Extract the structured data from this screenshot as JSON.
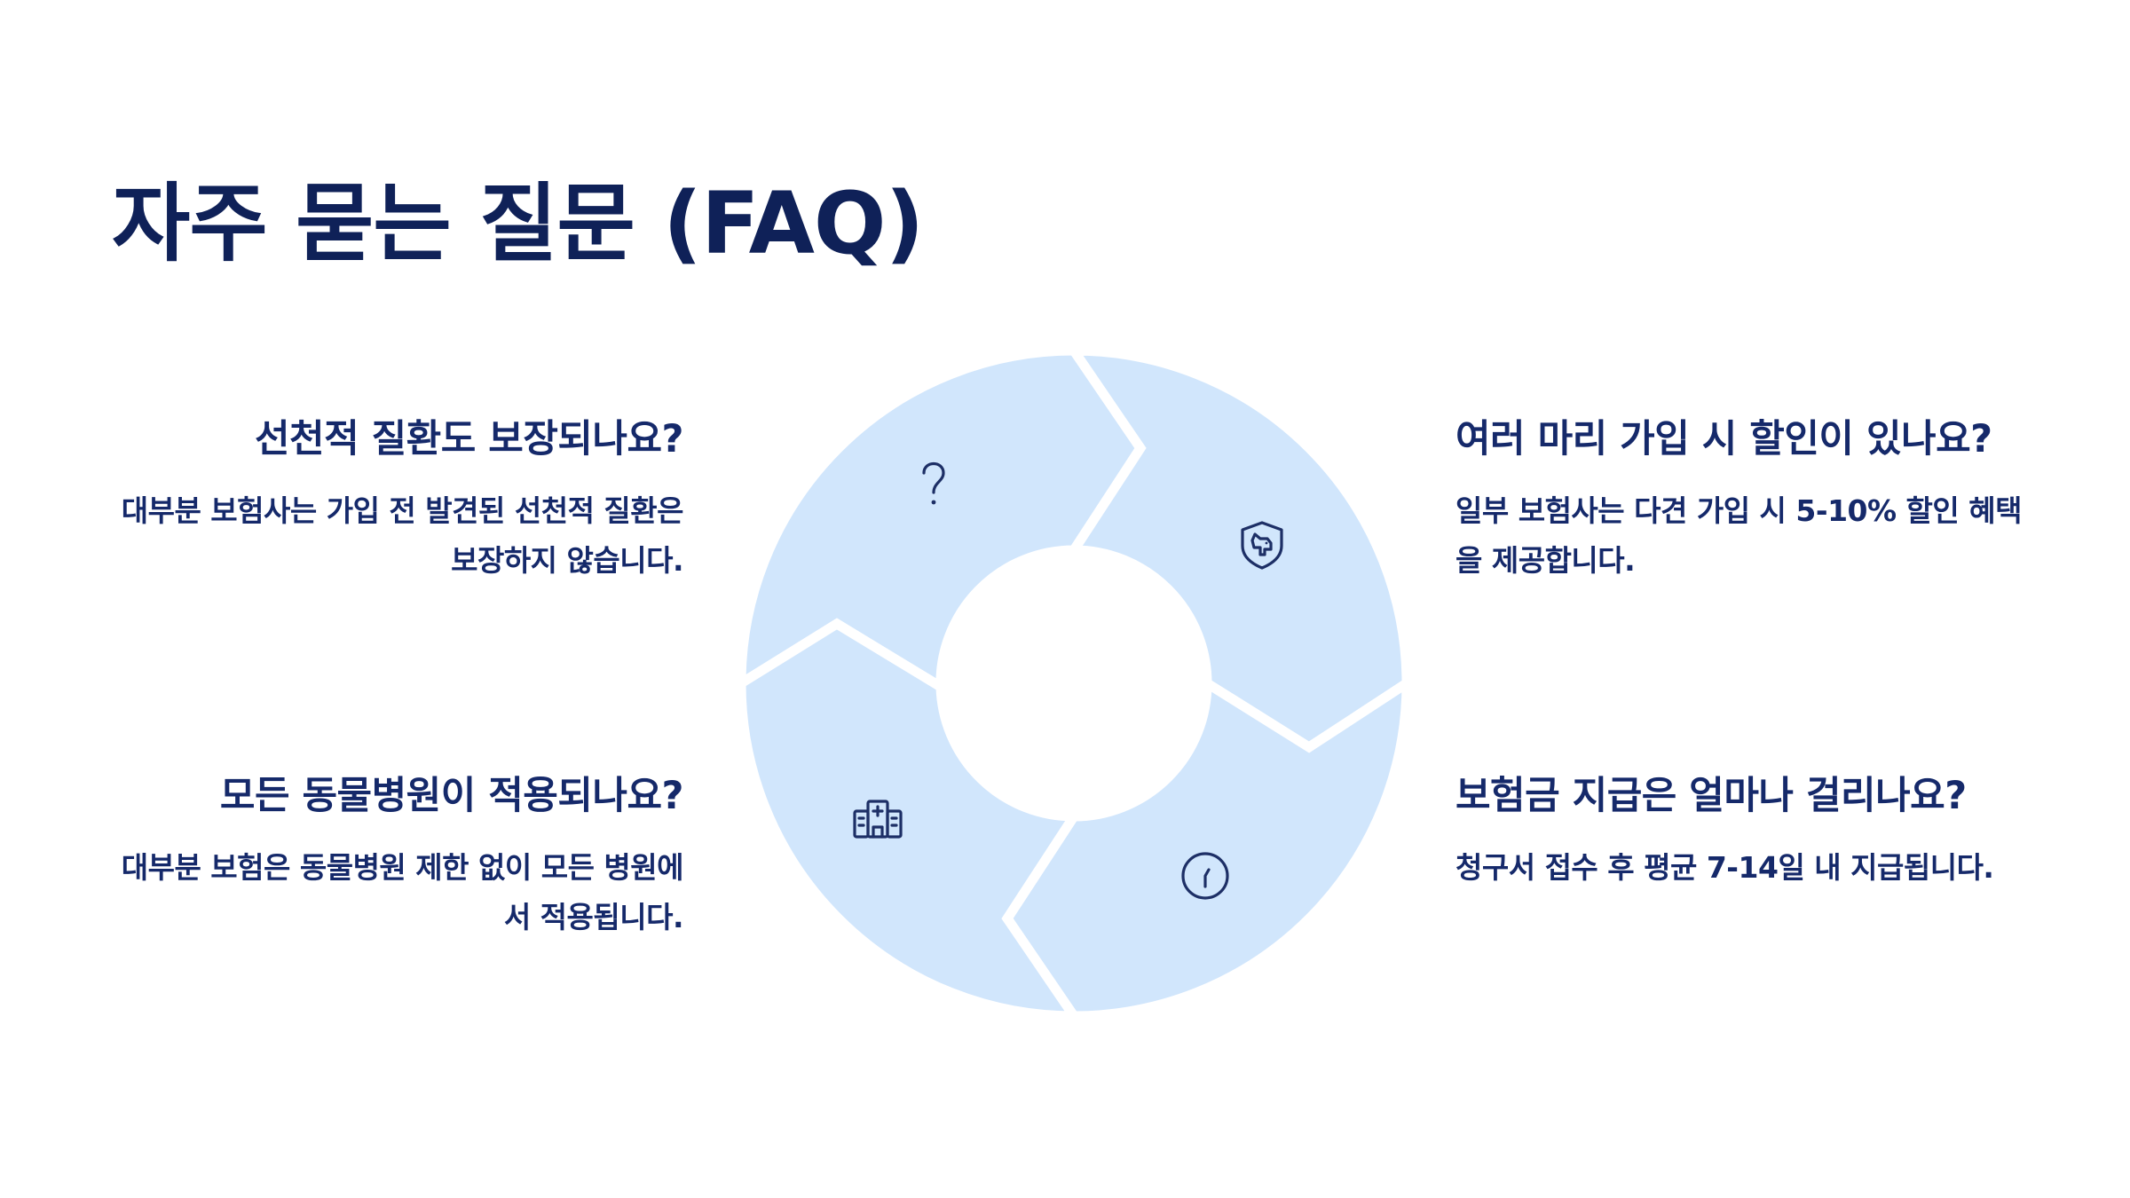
{
  "page": {
    "title": "자주 묻는 질문 (FAQ)"
  },
  "faqs": [
    {
      "question": "선천적 질환도 보장되나요?",
      "answer": "대부분 보험사는 가입 전 발견된 선천적 질환은 보장하지 않습니다.",
      "icon": "question-mark-icon"
    },
    {
      "question": "여러 마리 가입 시 할인이 있나요?",
      "answer_before": "일부 보험사는 다견 가입 시 ",
      "answer_highlight": "5-10%",
      "answer_after": " 할인 혜택을 제공합니다.",
      "icon": "dog-shield-icon"
    },
    {
      "question": "모든 동물병원이 적용되나요?",
      "answer": "대부분 보험은 동물병원 제한 없이 모든 병원에서 적용됩니다.",
      "icon": "hospital-icon"
    },
    {
      "question": "보험금 지급은 얼마나 걸리나요?",
      "answer_before": "청구서 접수 후 평균 ",
      "answer_highlight": "7-14",
      "answer_after": "일 내 지급됩니다.",
      "icon": "clock-icon"
    }
  ],
  "colors": {
    "segment_fill": "#d1e6fc",
    "text_dark_navy": "#0f2158",
    "background": "#ffffff"
  }
}
